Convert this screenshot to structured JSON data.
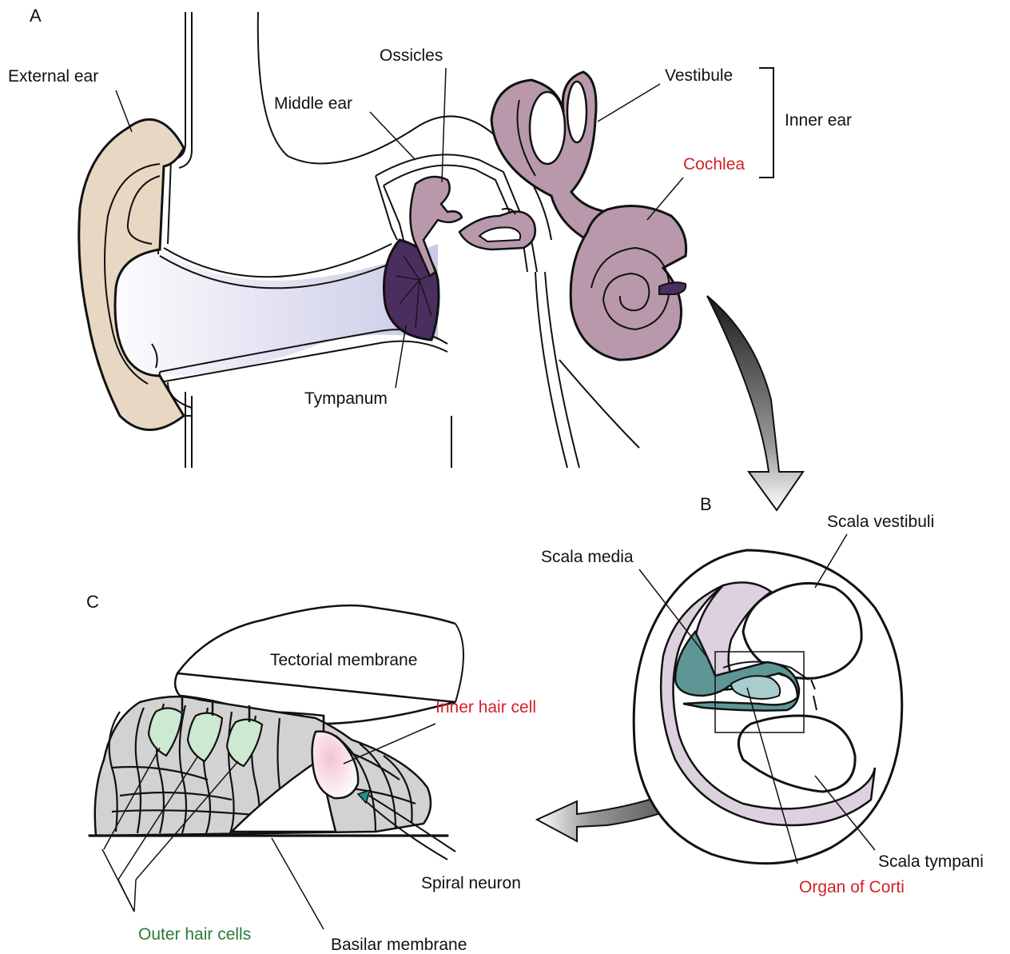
{
  "panels": {
    "a": "A",
    "b": "B",
    "c": "C"
  },
  "labels": {
    "external_ear": "External ear",
    "middle_ear": "Middle ear",
    "ossicles": "Ossicles",
    "vestibule": "Vestibule",
    "inner_ear": "Inner ear",
    "cochlea": "Cochlea",
    "tympanum": "Tympanum",
    "scala_vestibuli": "Scala vestibuli",
    "scala_media": "Scala media",
    "scala_tympani": "Scala tympani",
    "organ_of_corti": "Organ of Corti",
    "tectorial_membrane": "Tectorial membrane",
    "inner_hair_cell": "Inner hair cell",
    "spiral_neuron": "Spiral neuron",
    "outer_hair_cells": "Outer hair cells",
    "basilar_membrane": "Basilar membrane"
  },
  "colors": {
    "external_ear_fill": "#e8d7c3",
    "canal_gradient_start": "#ffffff",
    "canal_gradient_end": "#c9c9e6",
    "tympanum_fill": "#4a2e5e",
    "inner_ear_fill": "#b898aa",
    "scala_media_fill": "#5e9696",
    "scala_fill": "#ddd0df",
    "cell_fill": "#d2d2d2",
    "outer_hair_fill": "#cde9d2",
    "inner_hair_fill": "#f3c3d3",
    "neuron_fill": "#1f8f8f",
    "highlight_red": "#d41f26",
    "highlight_green": "#2a7a3c"
  }
}
